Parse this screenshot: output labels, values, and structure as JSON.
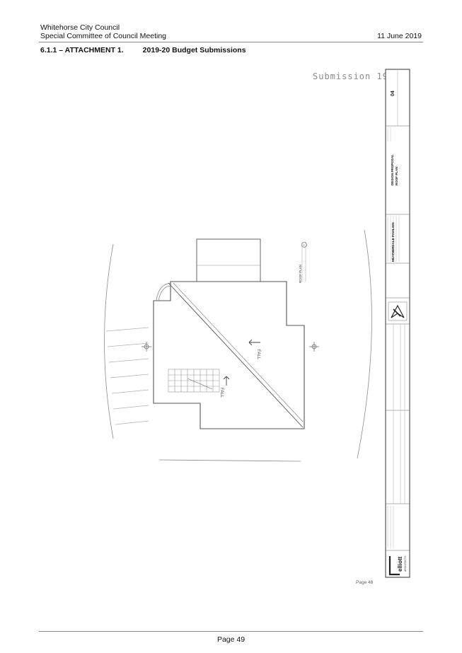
{
  "header": {
    "org": "Whitehorse City Council",
    "meeting": "Special Committee of Council Meeting",
    "date": "11 June 2019"
  },
  "attachment": {
    "ref": "6.1.1 – ATTACHMENT 1.",
    "title": "2019-20 Budget Submissions"
  },
  "drawing": {
    "stamp": "Submission 19",
    "inner_page": "Page 48",
    "fall_label_1": "FALL",
    "fall_label_2": "FALL",
    "plan_label": "ROOF PLAN",
    "scale_badge": "1",
    "project_name": "HEATHERDALE PAVILION",
    "drawing_title": "DESIGN PROPOSAL",
    "drawing_subtitle": "ROOF PLAN",
    "sheet_no": "04",
    "logo_text": "elliott",
    "logo_sub": "ARCHITECTS"
  },
  "footer": {
    "page": "Page 49"
  }
}
